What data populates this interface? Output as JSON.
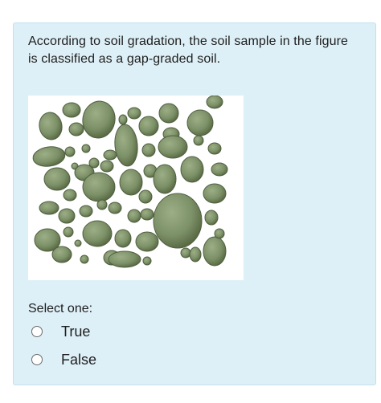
{
  "question": {
    "text": "According to soil gradation, the soil sample in the figure is classified as a gap-graded soil.",
    "figure_icon": "soil-particles-image"
  },
  "answer": {
    "prompt": "Select one:",
    "options": [
      {
        "label": "True",
        "selected": false
      },
      {
        "label": "False",
        "selected": false
      }
    ]
  },
  "colors": {
    "card_background": "#def0f7",
    "particle_fill": "#7d9169",
    "particle_edge": "#4f5f40"
  }
}
